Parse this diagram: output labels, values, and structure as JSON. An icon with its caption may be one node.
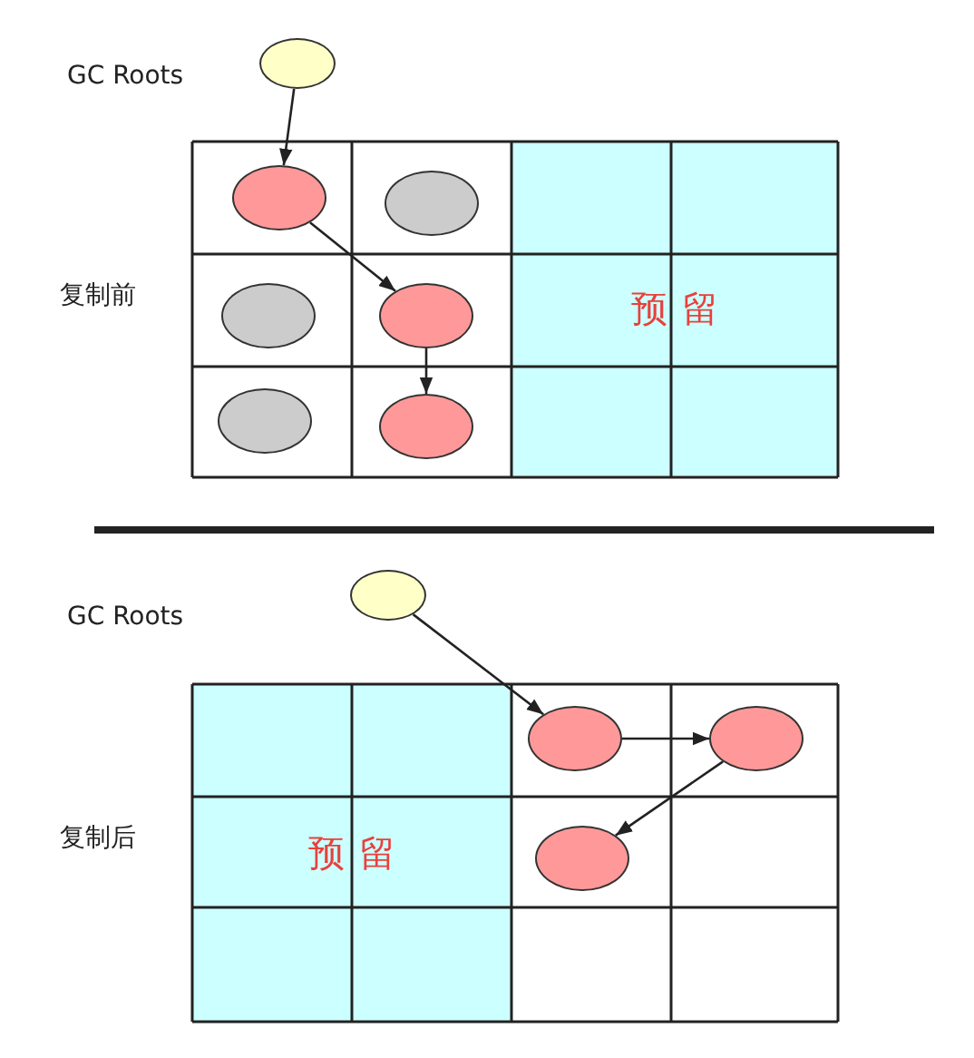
{
  "diagram": {
    "nodes": [
      {
        "text": [],
        "shape": "circle"
      },
      {
        "text": [],
        "shape": "circle"
      },
      {
        "text": [],
        "shape": "circle"
      },
      {
        "text": [
          "预留"
        ]
      },
      {
        "text": [],
        "shape": "circle"
      },
      {
        "text": [],
        "shape": "circle"
      },
      {
        "text": [],
        "shape": "circle"
      },
      {
        "text": [],
        "shape": "circle"
      },
      {
        "text": [],
        "shape": "circle"
      },
      {
        "text": [
          "预留"
        ]
      },
      {
        "text": [],
        "shape": "circle"
      },
      {
        "text": [],
        "shape": "circle"
      },
      {
        "text": [],
        "shape": "circle"
      }
    ],
    "edges": [
      {
        "from": 0,
        "to": 1,
        "arrow": "to"
      },
      {
        "from": 1,
        "to": 5,
        "arrow": "to"
      },
      {
        "from": 5,
        "to": 7,
        "arrow": "to"
      },
      {
        "from": 8,
        "to": 10,
        "arrow": "to"
      },
      {
        "from": 10,
        "to": 11,
        "arrow": "to"
      },
      {
        "from": 11,
        "to": 12,
        "arrow": "to"
      }
    ],
    "labels": [
      "GC Roots",
      "复制前",
      "GC Roots",
      "复制后"
    ]
  }
}
